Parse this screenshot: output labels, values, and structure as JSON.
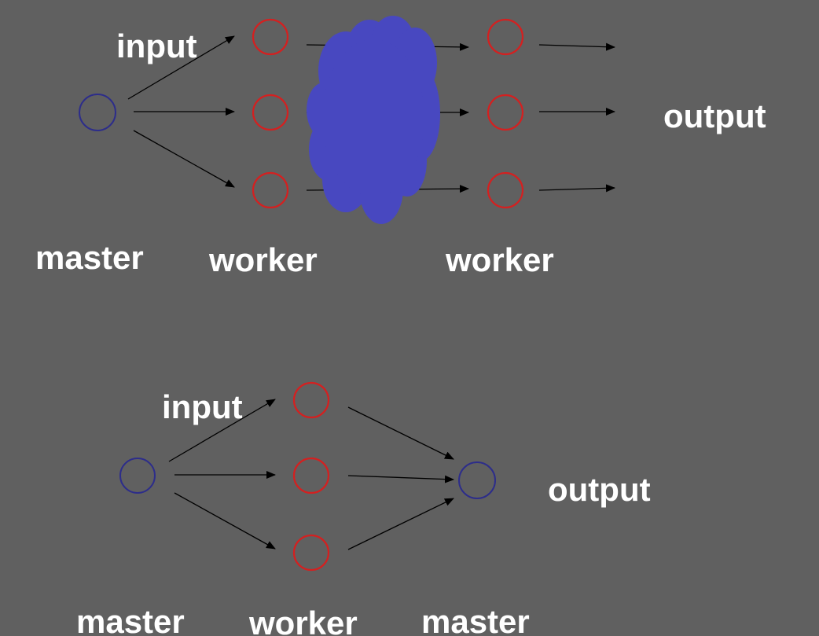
{
  "colors": {
    "background": "#606060",
    "master_node": "#2d2d8a",
    "worker_node": "#d42020",
    "cloud": "#4848c0",
    "arrow": "#000000",
    "text": "#ffffff"
  },
  "top": {
    "input_label": "input",
    "output_label": "output",
    "master_label": "master",
    "worker_label_1": "worker",
    "worker_label_2": "worker"
  },
  "bottom": {
    "input_label": "input",
    "output_label": "output",
    "master_label_1": "master",
    "worker_label": "worker",
    "master_label_2": "master"
  }
}
